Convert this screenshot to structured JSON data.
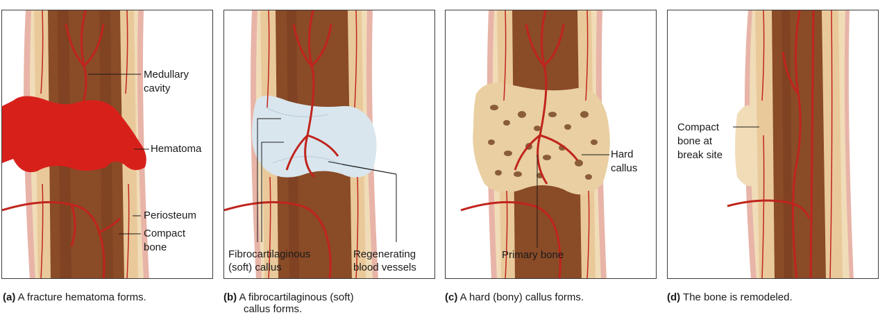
{
  "colors": {
    "bone": "#f1dcb8",
    "compact": "#e9c99a",
    "marrow": "#8a4b27",
    "marrow_dark": "#6b3419",
    "vessel": "#c0241c",
    "hematoma": "#d8201b",
    "cartilage": "#d9e6ee",
    "periosteum": "#e8b4a8",
    "frame": "#3a3a3a"
  },
  "panels": [
    {
      "id": "a",
      "letter": "(a)",
      "caption": " A fracture hematoma forms.",
      "labels": {
        "medullary_1": "Medullary",
        "medullary_2": "cavity",
        "hematoma": "Hematoma",
        "periosteum": "Periosteum",
        "compact_1": "Compact",
        "compact_2": "bone"
      }
    },
    {
      "id": "b",
      "letter": "(b)",
      "caption_1": " A fibrocartilaginous (soft)",
      "caption_2": "callus forms.",
      "labels": {
        "fibro_1": "Fibrocartilaginous",
        "fibro_2": "(soft) callus",
        "regen_1": "Regenerating",
        "regen_2": "blood vessels"
      }
    },
    {
      "id": "c",
      "letter": "(c)",
      "caption": " A hard (bony) callus forms.",
      "labels": {
        "hard_1": "Hard",
        "hard_2": "callus",
        "primary": "Primary bone"
      }
    },
    {
      "id": "d",
      "letter": "(d)",
      "caption": " The bone is remodeled.",
      "labels": {
        "compact_1": "Compact",
        "compact_2": "bone at",
        "compact_3": "break site"
      }
    }
  ]
}
